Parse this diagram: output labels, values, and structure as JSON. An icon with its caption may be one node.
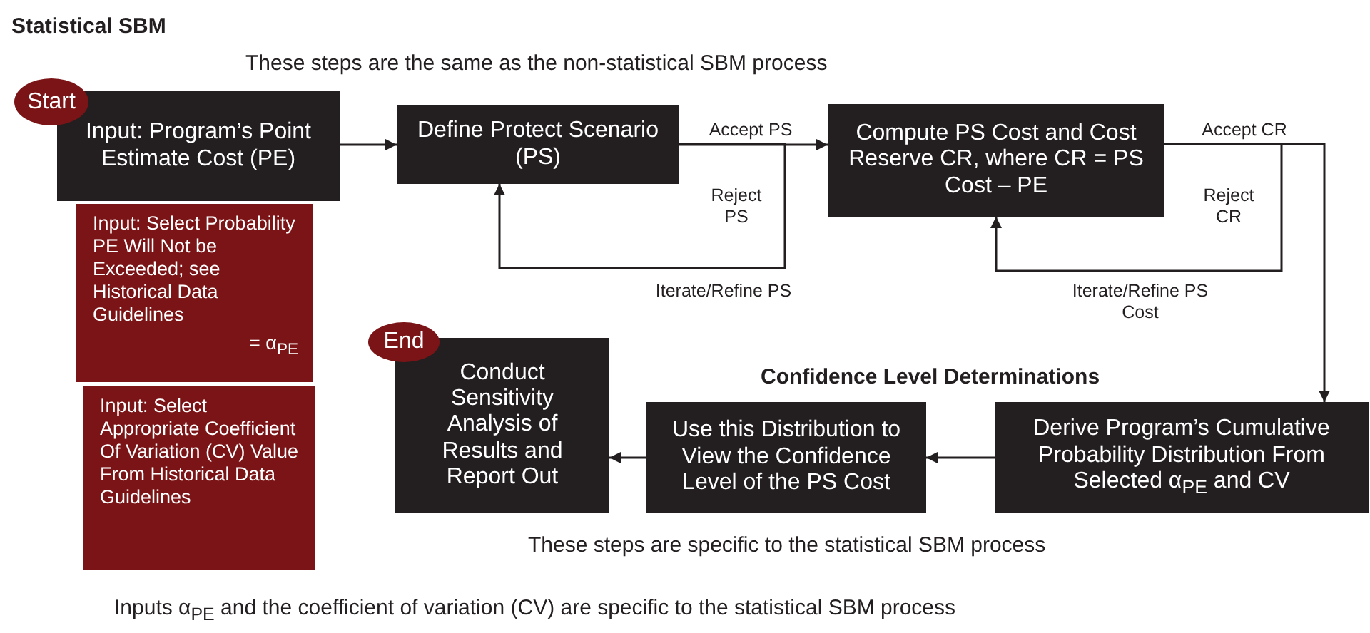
{
  "diagram": {
    "title": "Statistical SBM",
    "nodes": [
      {
        "text": [
          "Start"
        ]
      },
      {
        "text": [
          "Input: Program’s Point Estimate Cost (PE)"
        ]
      },
      {
        "text": [
          "Define Protect Scenario (PS)"
        ]
      },
      {
        "text": [
          "Compute PS Cost and Cost Reserve CR, where CR = PS Cost – PE"
        ]
      },
      {
        "text": [
          "Derive Program’s Cumulative Probability Distribution From Selected α$_{PE}$ and CV"
        ]
      },
      {
        "text": [
          "Use this Distribution to View the Confidence Level of the PS Cost"
        ]
      },
      {
        "text": [
          "Conduct Sensitivity Analysis of Results and Report Out"
        ]
      },
      {
        "text": [
          "End"
        ]
      },
      {
        "text": [
          "Input: Select Probability PE Will Not be Exceeded; see Historical Data Guidelines",
          "= α$_{PE}$"
        ]
      },
      {
        "text": [
          "Input: Select Appropriate Coefficient Of Variation (CV) Value From Historical Data Guidelines"
        ]
      }
    ],
    "edges": [
      {
        "from": 1,
        "to": 2,
        "arrow": "to"
      },
      {
        "from": 2,
        "to": 3,
        "arrow": "to",
        "label": "Accept PS"
      },
      {
        "from": 2,
        "to": 2,
        "arrow": "to",
        "label": "Reject PS"
      },
      {
        "from": 3,
        "to": 3,
        "arrow": "to",
        "label": "Reject CR"
      },
      {
        "from": 3,
        "to": 4,
        "arrow": "to",
        "label": "Accept CR"
      },
      {
        "from": 4,
        "to": 5,
        "arrow": "to"
      },
      {
        "from": 5,
        "to": 6,
        "arrow": "to"
      }
    ],
    "labels": [
      "These steps are the same as the non-statistical SBM process",
      "Iterate/Refine PS",
      "Iterate/Refine PS Cost",
      "Confidence Level Determinations",
      "These steps are specific to the statistical SBM process",
      "Inputs α$_{PE}$ and the coefficient of variation (CV) are specific to the statistical SBM process"
    ]
  }
}
